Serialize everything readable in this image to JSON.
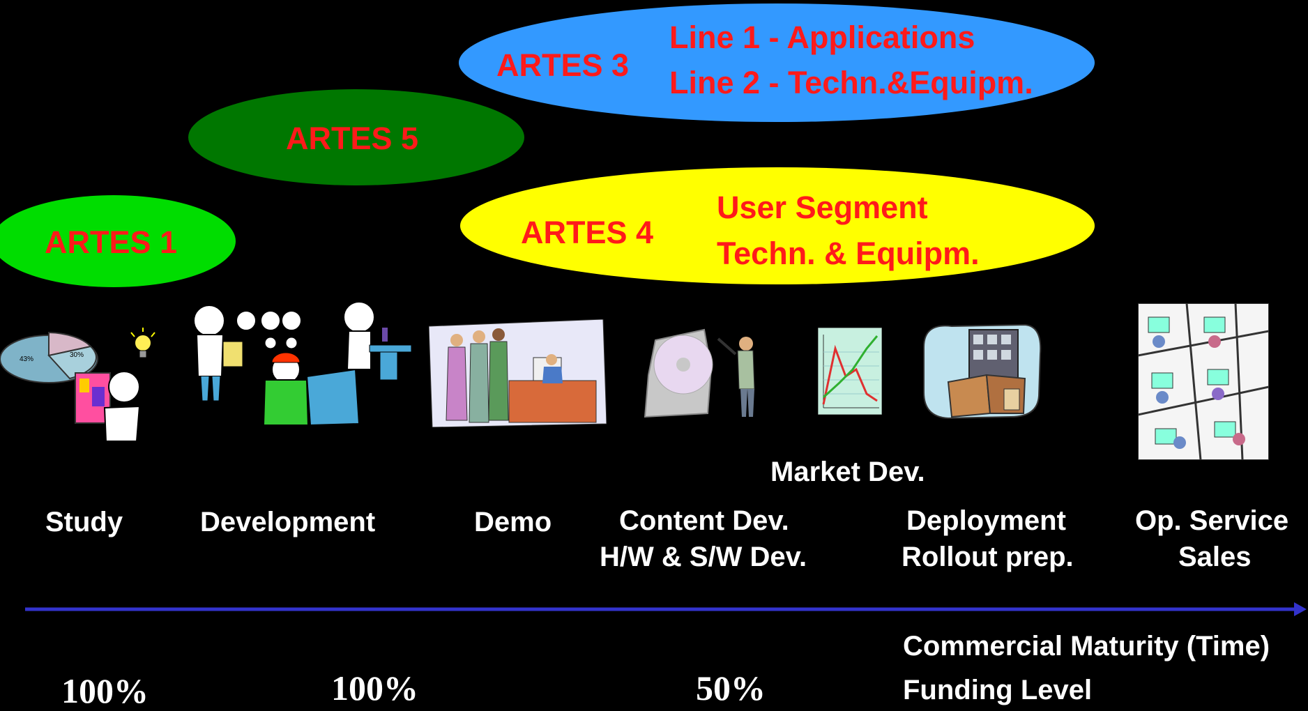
{
  "ellipses": {
    "artes3": {
      "name": "ARTES 3",
      "line1": "Line 1 - Applications",
      "line2": "Line 2 - Techn.&Equipm.",
      "color": "#3399ff"
    },
    "artes5": {
      "name": "ARTES 5",
      "color": "#007700"
    },
    "artes4": {
      "name": "ARTES 4",
      "line1": "User Segment",
      "line2": "Techn. & Equipm.",
      "color": "#ffff00"
    },
    "artes1": {
      "name": "ARTES 1",
      "color": "#00dd00"
    }
  },
  "pie": {
    "slice1": "27%",
    "slice2": "30%",
    "slice3": "43%"
  },
  "stages": {
    "study": "Study",
    "development": "Development",
    "demo": "Demo",
    "content_l1": "Content Dev.",
    "content_l2": "H/W & S/W Dev.",
    "market": "Market Dev.",
    "deploy_l1": "Deployment",
    "deploy_l2": "Rollout prep.",
    "ops_l1": "Op. Service",
    "ops_l2": "Sales"
  },
  "axis": {
    "label": "Commercial Maturity (Time)",
    "color": "#3333cc"
  },
  "funding": {
    "label": "Funding Level",
    "study": "100%",
    "development": "100%",
    "content": "50%"
  },
  "colors": {
    "text_red": "#ff1a1a",
    "background": "#000000"
  }
}
